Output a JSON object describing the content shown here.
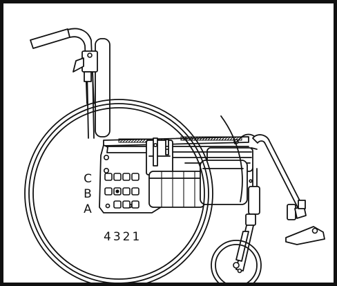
{
  "figure": {
    "row_labels": [
      "C",
      "B",
      "A"
    ],
    "column_labels": "4321"
  },
  "colors": {
    "line": "#111111",
    "background": "#ffffff"
  }
}
